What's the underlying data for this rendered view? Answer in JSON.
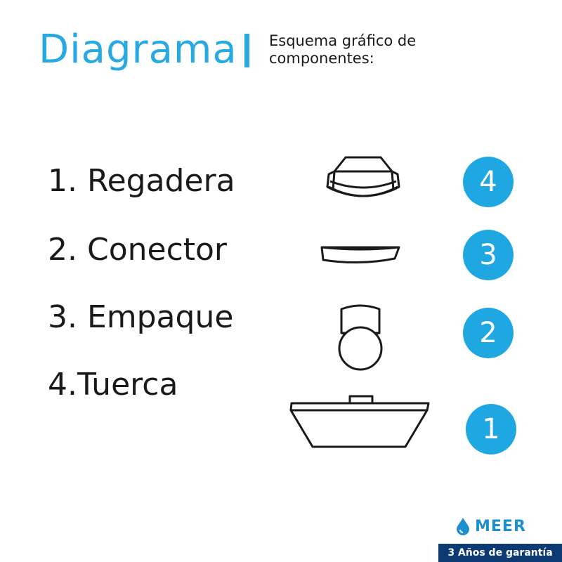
{
  "header": {
    "title": "Diagrama",
    "subtitle_line1": "Esquema gráfico de",
    "subtitle_line2": "componentes:"
  },
  "components": [
    {
      "label": "1. Regadera"
    },
    {
      "label": "2. Conector"
    },
    {
      "label": "3. Empaque"
    },
    {
      "label": "4.Tuerca"
    }
  ],
  "markers": [
    "4",
    "3",
    "2",
    "1"
  ],
  "brand": {
    "name": "MEER",
    "warranty": "3 Años de garantía",
    "accent": "#29a9e1",
    "marker_color": "#1ea7e1",
    "warranty_bg": "#0d3a73"
  },
  "icons": [
    "nut-icon",
    "gasket-icon",
    "connector-icon",
    "shower-head-icon",
    "water-drop-icon"
  ]
}
